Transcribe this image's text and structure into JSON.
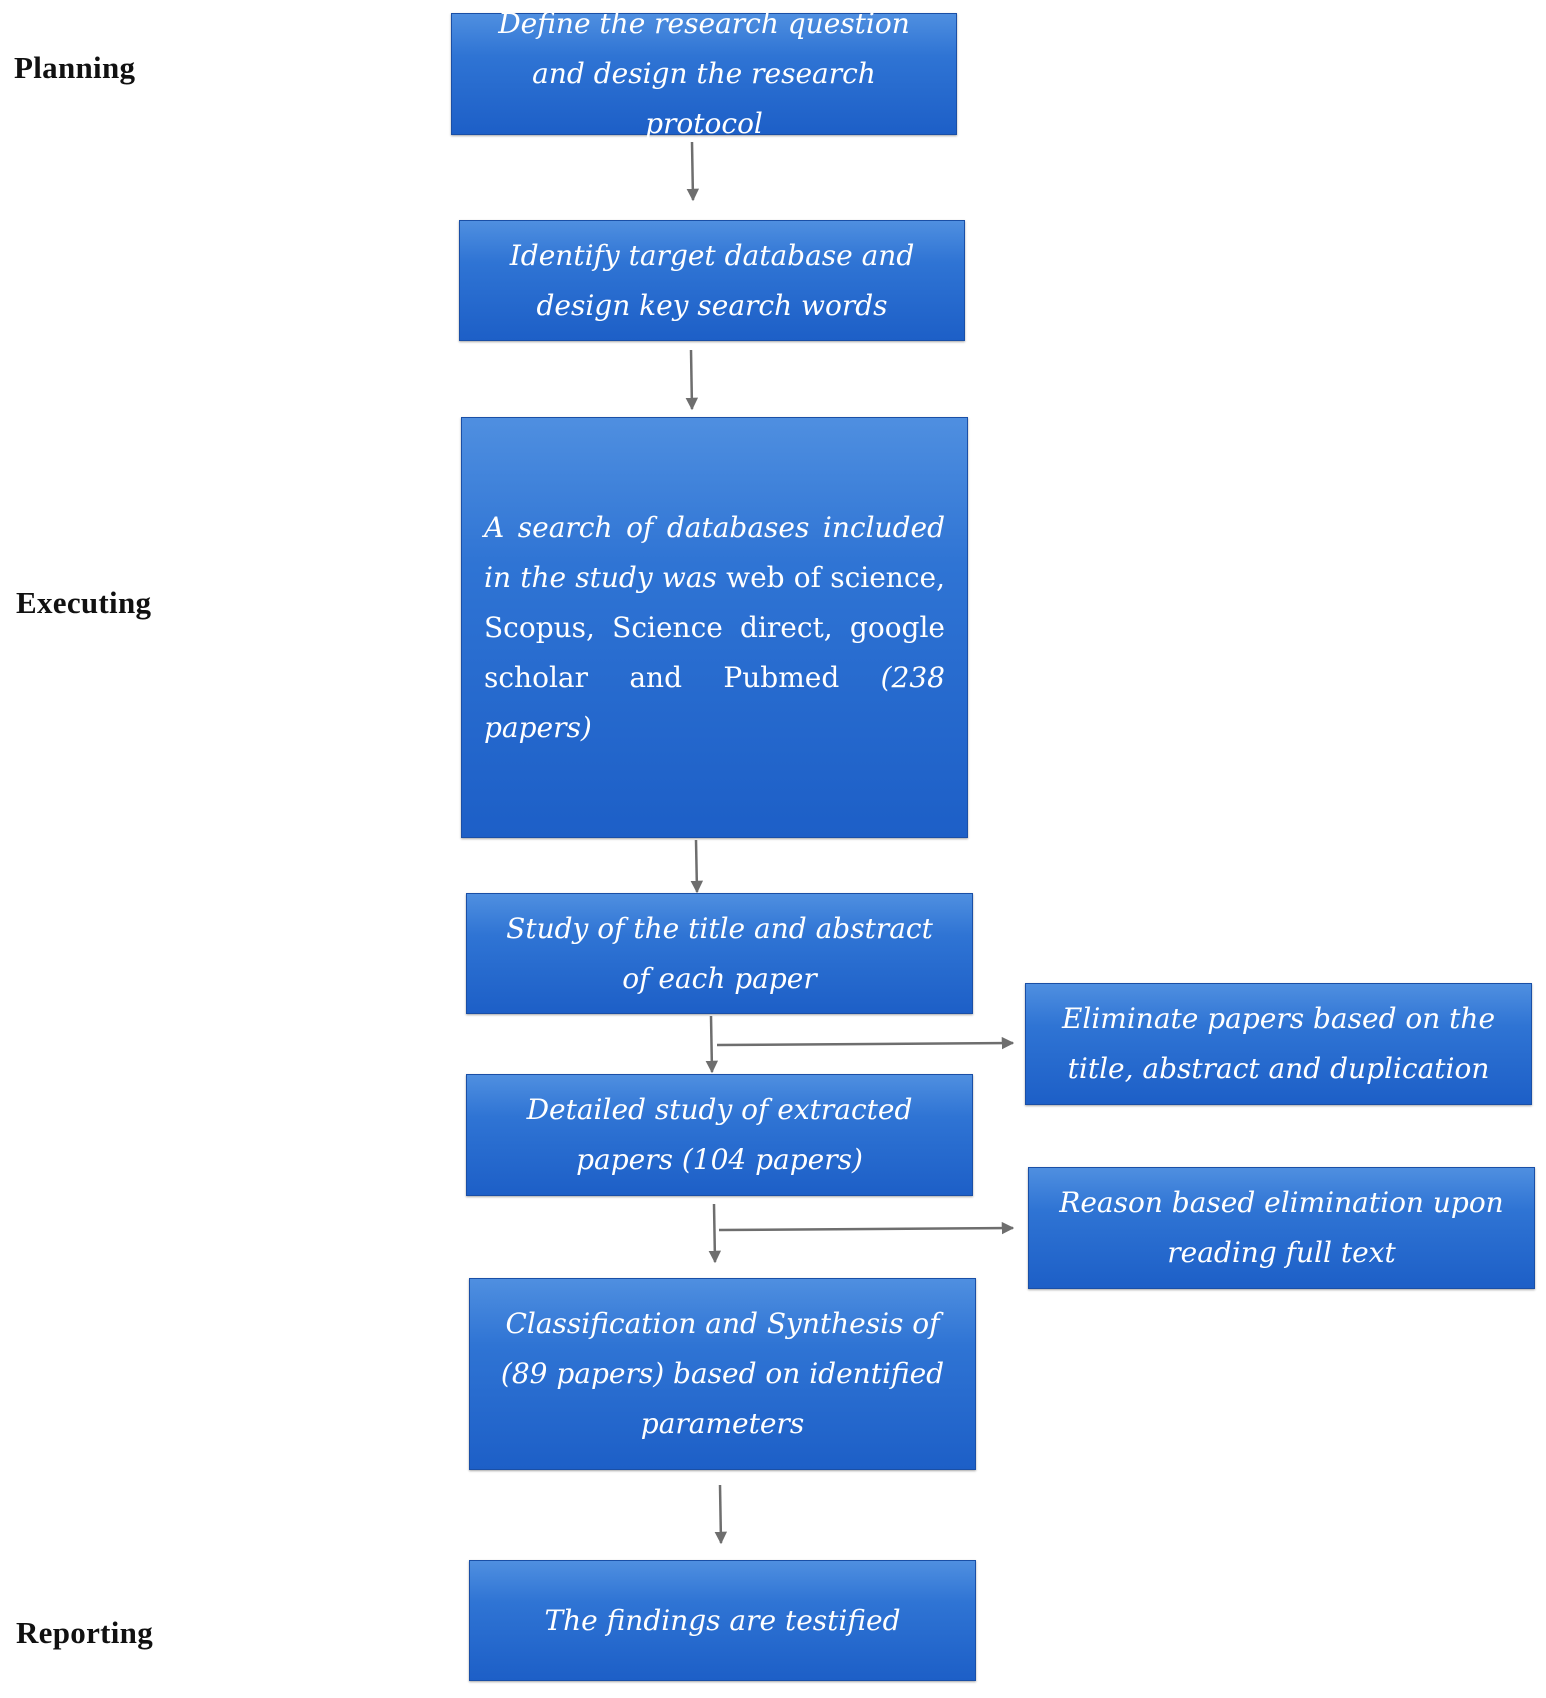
{
  "stages": {
    "planning": "Planning",
    "executing": "Executing",
    "reporting": "Reporting"
  },
  "boxes": {
    "define": "Define the research question and design the    research protocol",
    "identify": "Identify target database and design key search words",
    "search": {
      "part1": "A search of databases included in the study was",
      "part2": " web of science, Scopus, Science direct, google scholar and Pubmed ",
      "part3": "(238 papers)"
    },
    "study_title": "Study of the title and abstract of each paper",
    "detailed": "Detailed study of extracted papers (104 papers)",
    "classification": "Classification and Synthesis of (89 papers) based on identified parameters",
    "findings": "The findings are testified",
    "eliminate_title": "Eliminate papers based on the title, abstract and duplication",
    "reason_elimination": "Reason based elimination upon reading full text"
  },
  "colors": {
    "box_fill": "#2f74d4",
    "arrow": "#6e6e6e"
  }
}
